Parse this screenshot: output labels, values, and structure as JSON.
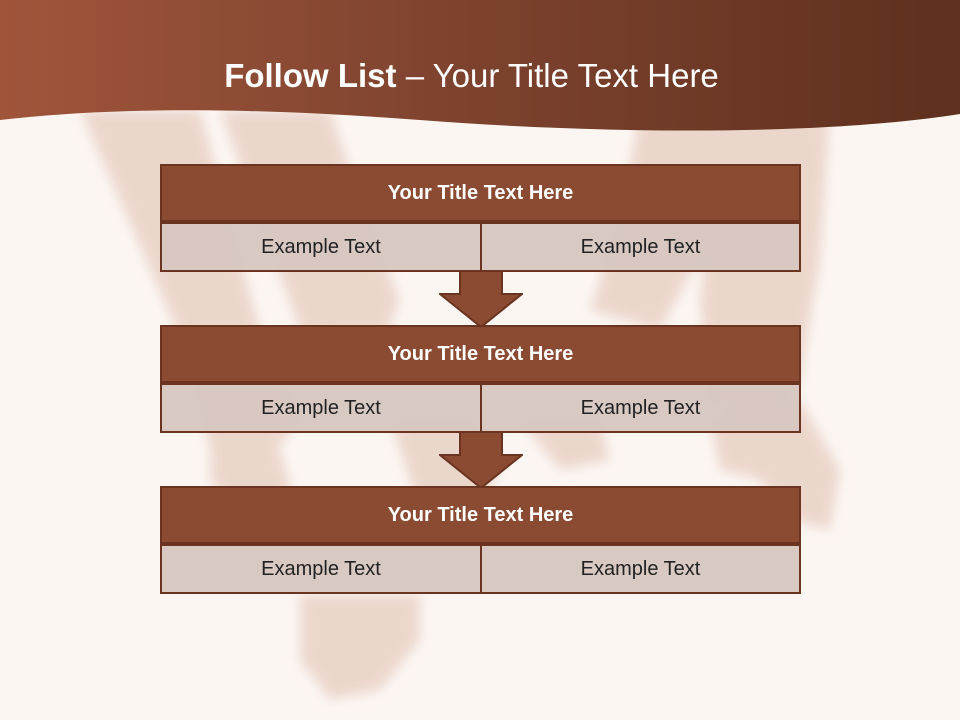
{
  "slide": {
    "title_bold": "Follow List",
    "title_rest": " – Your Title Text Here"
  },
  "steps": [
    {
      "title": "Your Title Text Here",
      "left": "Example Text",
      "right": "Example Text"
    },
    {
      "title": "Your Title Text Here",
      "left": "Example Text",
      "right": "Example Text"
    },
    {
      "title": "Your Title Text Here",
      "left": "Example Text",
      "right": "Example Text"
    }
  ],
  "colors": {
    "header_brown": "#8b4b32",
    "header_dark": "#5e301d",
    "cell_fill": "#d6c7c1",
    "border": "#6a3421",
    "background": "#fcf6f3"
  }
}
